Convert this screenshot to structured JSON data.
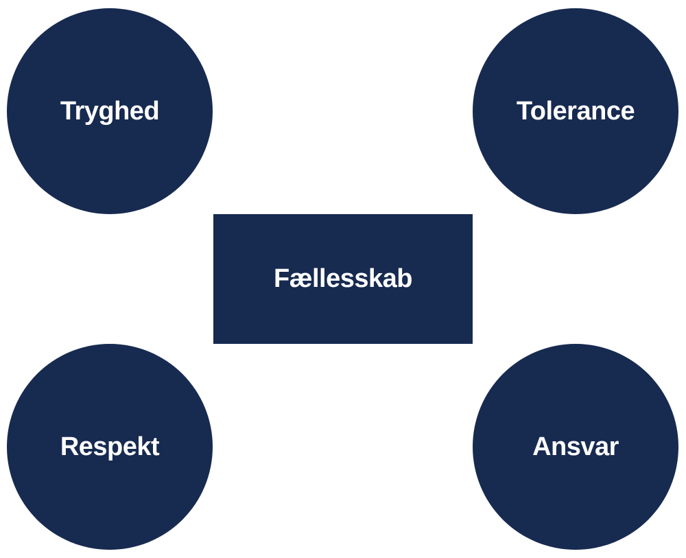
{
  "colors": {
    "node_fill": "#172a50",
    "node_text": "#ffffff",
    "background": "#ffffff"
  },
  "diagram": {
    "center": {
      "label": "Fællesskab",
      "shape": "rectangle"
    },
    "nodes": [
      {
        "label": "Tryghed",
        "shape": "circle",
        "position": "top-left"
      },
      {
        "label": "Tolerance",
        "shape": "circle",
        "position": "top-right"
      },
      {
        "label": "Respekt",
        "shape": "circle",
        "position": "bottom-left"
      },
      {
        "label": "Ansvar",
        "shape": "circle",
        "position": "bottom-right"
      }
    ]
  }
}
